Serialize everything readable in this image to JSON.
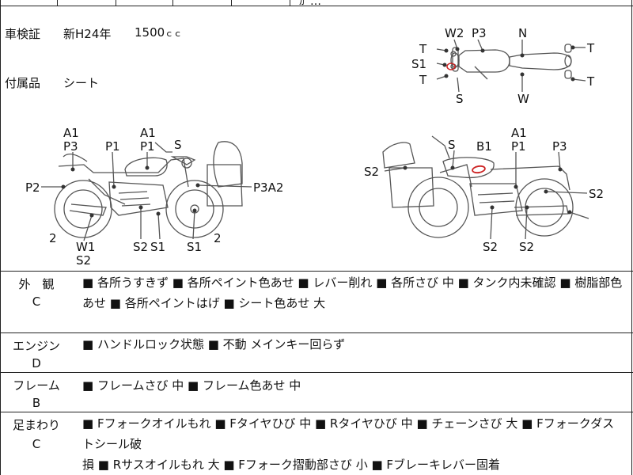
{
  "header_fragment": "ｶﾞ…",
  "info": {
    "inspection_label": "車検証",
    "inspection_year": "新H24年",
    "displacement": "1500",
    "accessories_label": "付属品",
    "accessories_value": "シート"
  },
  "diagram_labels": {
    "top_view": [
      "T",
      "W2",
      "P3",
      "N",
      "T",
      "S1",
      "T",
      "T",
      "S",
      "W"
    ],
    "left_side": [
      "A1",
      "P3",
      "P1",
      "A1",
      "P1",
      "S",
      "P2",
      "P3A2",
      "2",
      "W1",
      "S2",
      "S2",
      "S1",
      "S1",
      "2"
    ],
    "right_side": [
      "S",
      "B1",
      "A1",
      "P1",
      "P3",
      "S2",
      "S2",
      "S2",
      "S2"
    ]
  },
  "sections": [
    {
      "name": "外　観",
      "grade": "C",
      "lines": [
        "■ 各所うすきず ■ 各所ペイント色あせ ■ レバー削れ ■ 各所さび 中 ■ タンク内未確認 ■ 樹脂部色",
        "あせ ■ 各所ペイントはげ ■ シート色あせ 大"
      ]
    },
    {
      "name": "エンジン",
      "grade": "D",
      "lines": [
        "■ ハンドルロック状態 ■ 不動 メインキー回らず"
      ]
    },
    {
      "name": "フレーム",
      "grade": "B",
      "lines": [
        "■ フレームさび 中 ■ フレーム色あせ 中"
      ]
    },
    {
      "name": "足まわり",
      "grade": "C",
      "lines": [
        "■ Fフォークオイルもれ ■ Fタイヤひび 中 ■ Rタイヤひび 中 ■ チェーンさび 大 ■ Fフォークダストシール破",
        "損 ■ Rサスオイルもれ 大 ■ Fフォーク摺動部さび 小 ■ Fブレーキレバー固着"
      ]
    }
  ],
  "colors": {
    "line": "#222222",
    "mark": "#cc2222"
  }
}
